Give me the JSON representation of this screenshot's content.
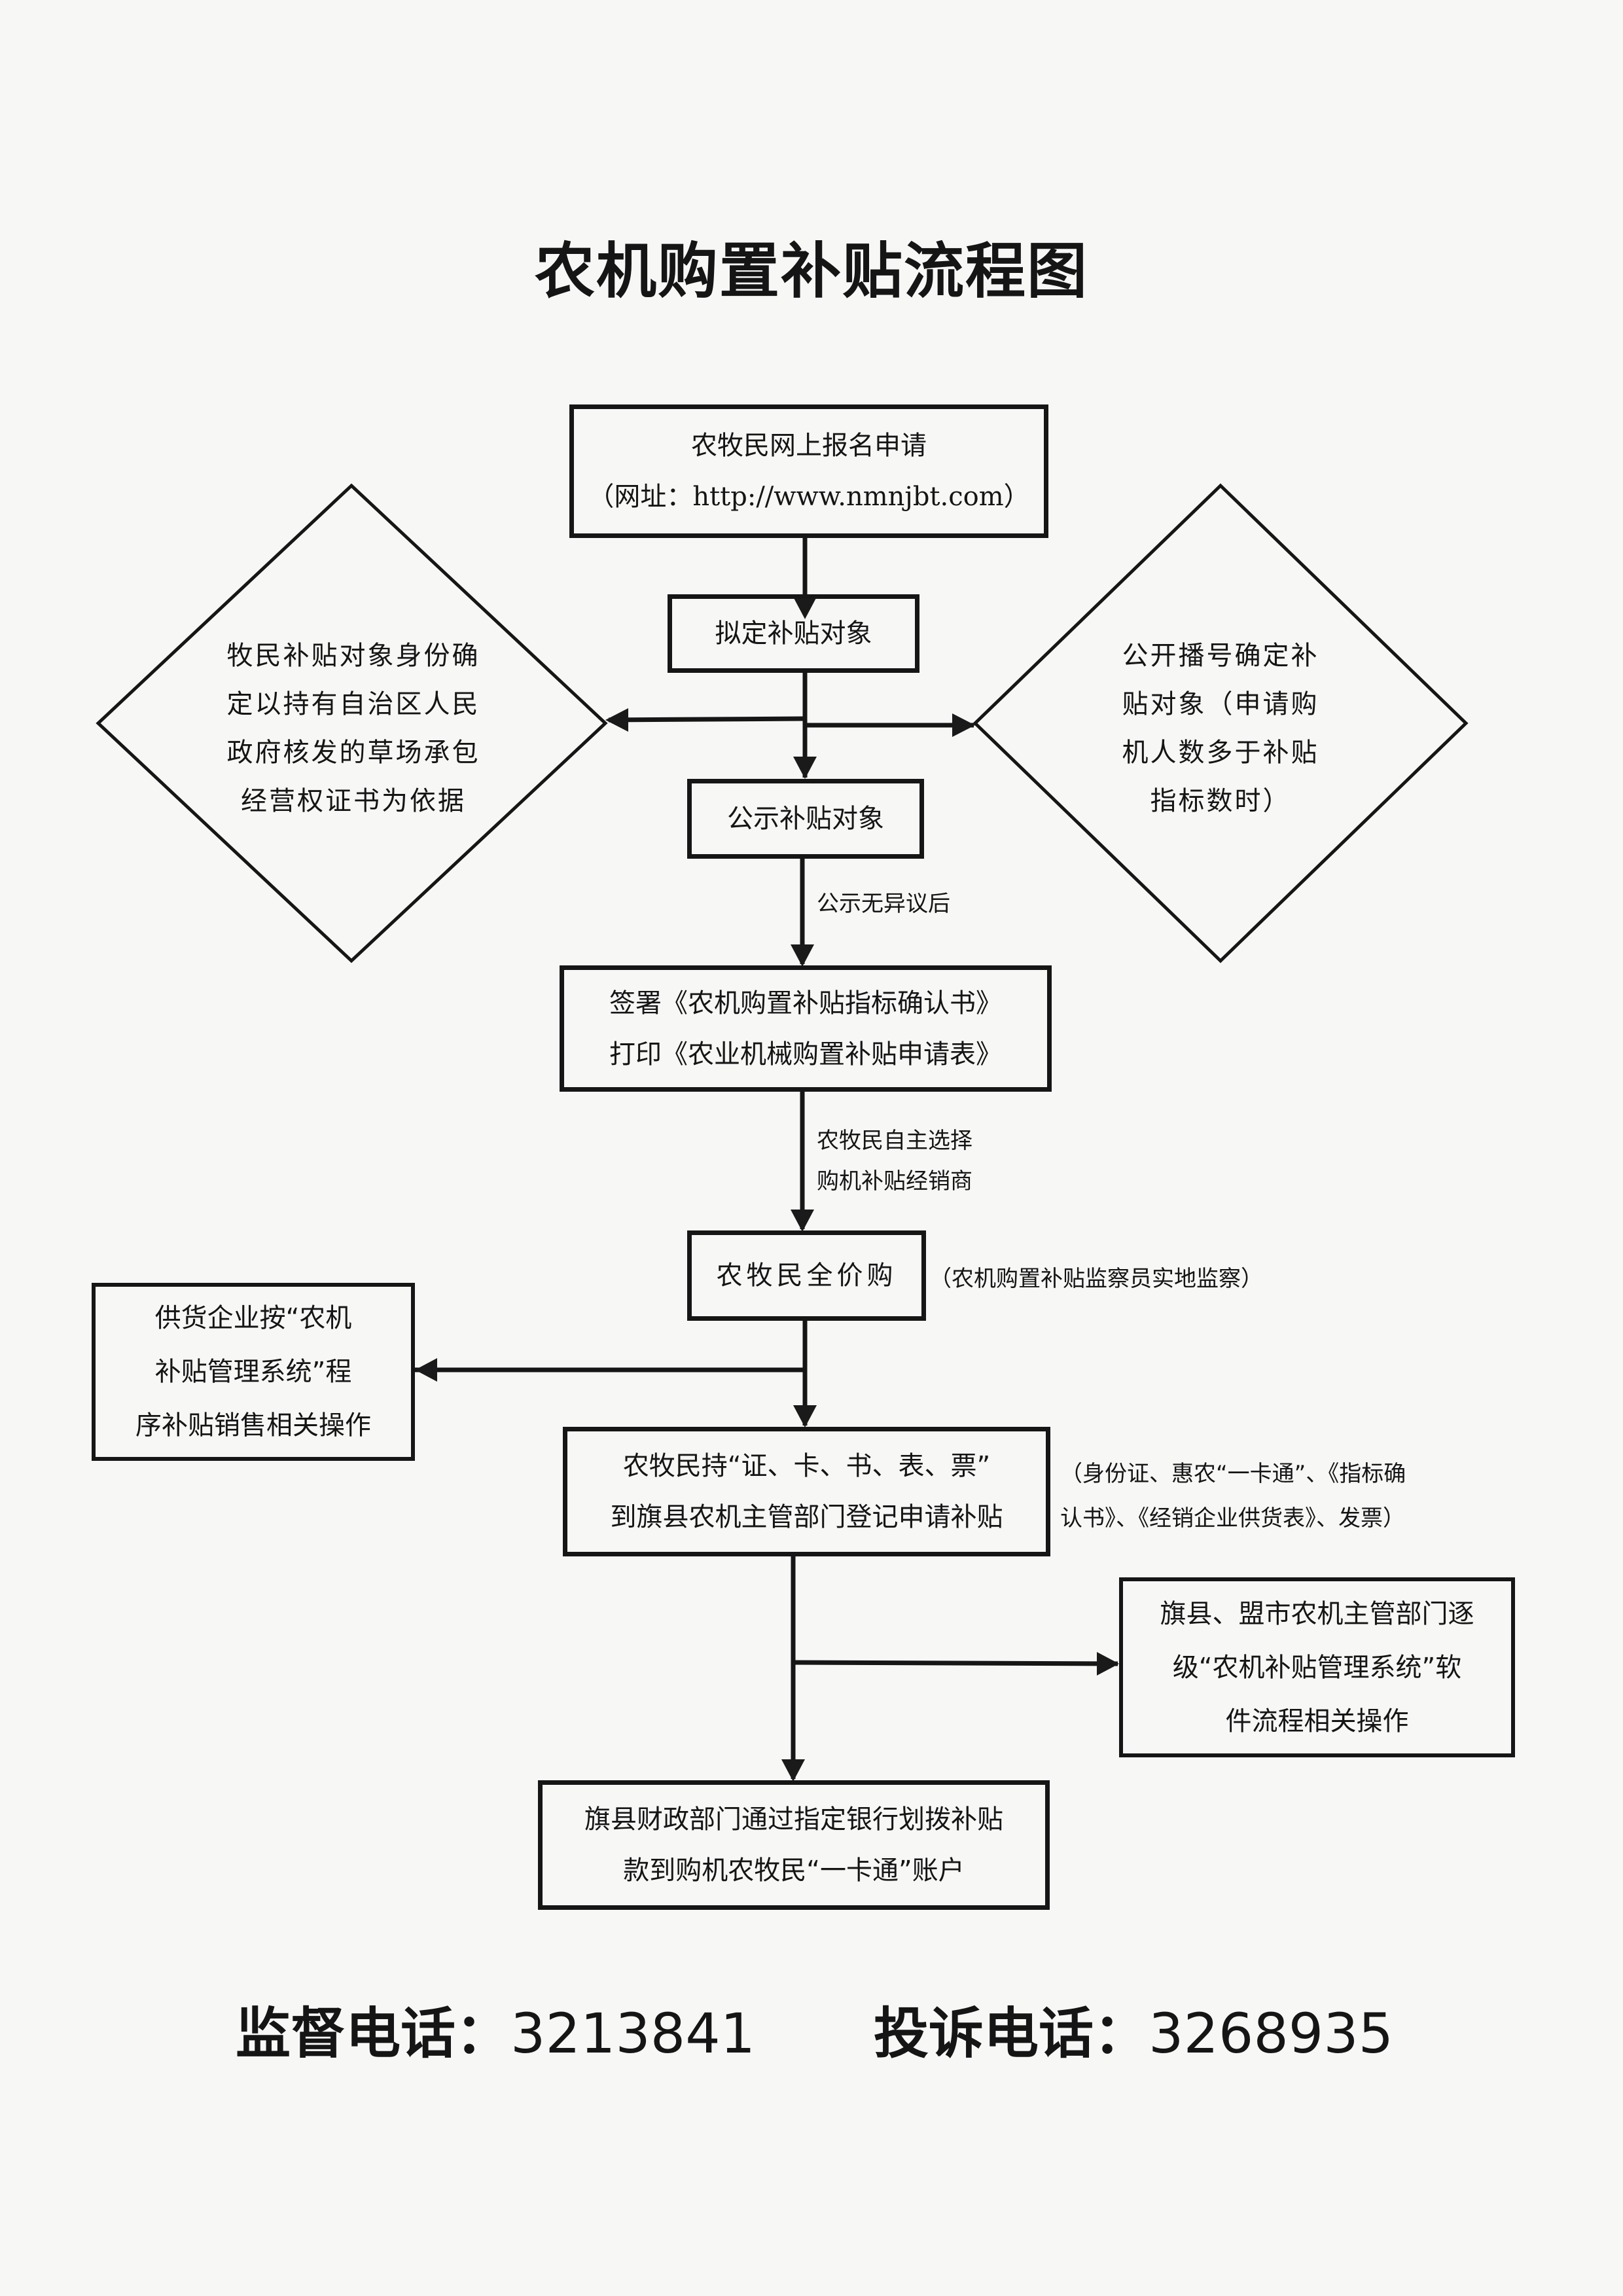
{
  "title": "农机购置补贴流程图",
  "steps": {
    "apply": {
      "line1": "农牧民网上报名申请",
      "line2": "（网址：http://www.nmnjbt.com）"
    },
    "draft_targets": {
      "line1": "拟定补贴对象"
    },
    "publicize_targets": {
      "line1": "公示补贴对象"
    },
    "sign_print": {
      "line1": "签署《农机购置补贴指标确认书》",
      "line2": "打印《农业机械购置补贴申请表》"
    },
    "full_price_purchase": {
      "line1": "农牧民全价购"
    },
    "register_apply": {
      "line1": "农牧民持“证、卡、书、表、票”",
      "line2": "到旗县农机主管部门登记申请补贴"
    },
    "disburse": {
      "line1": "旗县财政部门通过指定银行划拨补贴",
      "line2": "款到购机农牧民“一卡通”账户"
    }
  },
  "decisions": {
    "herdsmen_identity": {
      "lines": [
        "牧民补贴对象身份确",
        "定以持有自治区人民",
        "政府核发的草场承包",
        "经营权证书为依据"
      ]
    },
    "public_lottery": {
      "lines": [
        "公开播号确定补",
        "贴对象（申请购",
        "机人数多于补贴",
        "指标数时）"
      ]
    }
  },
  "side_boxes": {
    "supplier": {
      "lines": [
        "供货企业按“农机",
        "补贴管理系统”程",
        "序补贴销售相关操作"
      ]
    },
    "departments": {
      "lines": [
        "旗县、盟市农机主管部门逐",
        "级“农机补贴管理系统”软",
        "件流程相关操作"
      ]
    }
  },
  "edge_labels": {
    "after_publicity": "公示无异议后",
    "choose_dealer": [
      "农牧民自主选择",
      "购机补贴经销商"
    ]
  },
  "notes": {
    "supervision": "（农机购置补贴监察员实地监察）",
    "documents": [
      "（身份证、惠农“一卡通”、《指标确",
      "认书》、《经销企业供货表》、发票）"
    ]
  },
  "contacts": {
    "supervision_label": "监督电话：",
    "supervision_number": "3213841",
    "complaint_label": "投诉电话：",
    "complaint_number": "3268935"
  }
}
